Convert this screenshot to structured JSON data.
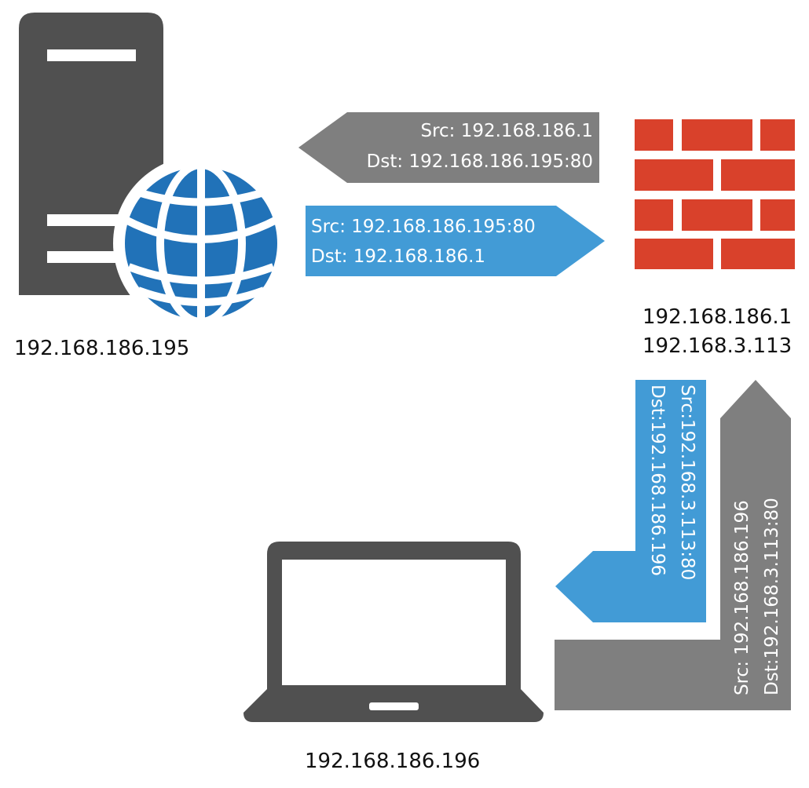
{
  "colors": {
    "dark": "#505050",
    "globe": "#2172b8",
    "firewall": "#d9412b",
    "gray_arrow": "#7f7f7f",
    "blue_arrow": "#429bd6"
  },
  "nodes": {
    "server": {
      "icon": "server-globe-icon",
      "ip": "192.168.186.195"
    },
    "firewall": {
      "icon": "firewall-icon",
      "ip_lines": [
        "192.168.186.1",
        "192.168.3.113"
      ]
    },
    "laptop": {
      "icon": "laptop-icon",
      "ip": "192.168.186.196"
    }
  },
  "arrows": {
    "fw_to_server": {
      "src": "Src: 192.168.186.1",
      "dst": "Dst: 192.168.186.195:80"
    },
    "server_to_fw": {
      "src": "Src: 192.168.186.195:80",
      "dst": "Dst:  192.168.186.1"
    },
    "fw_to_laptop": {
      "src": "Src:192.168.3.113:80",
      "dst": "Dst:192.168.186.196"
    },
    "laptop_to_fw": {
      "src": "Src: 192.168.186.196",
      "dst": "Dst:192.168.3.113:80"
    }
  }
}
